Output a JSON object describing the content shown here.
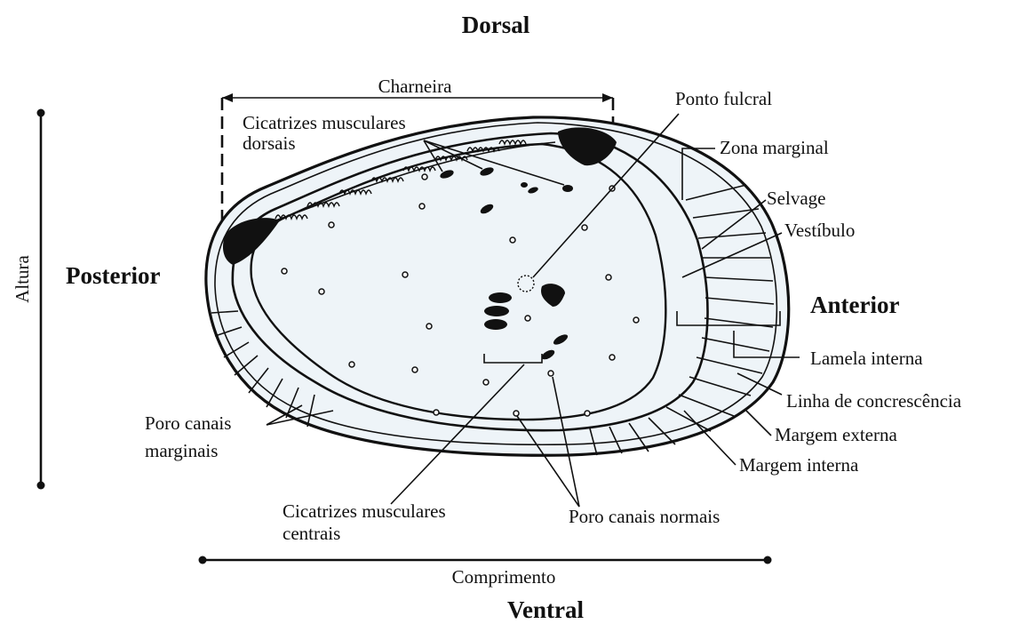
{
  "orientation": {
    "dorsal": "Dorsal",
    "ventral": "Ventral",
    "posterior": "Posterior",
    "anterior": "Anterior"
  },
  "dimensions": {
    "height": "Altura",
    "length": "Comprimento"
  },
  "labels": {
    "hinge": "Charneira",
    "dorsal_scars_1": "Cicatrizes musculares",
    "dorsal_scars_2": "dorsais",
    "fulcral_point": "Ponto fulcral",
    "marginal_zone": "Zona marginal",
    "selvage": "Selvage",
    "vestibule": "Vestíbulo",
    "inner_lamella": "Lamela interna",
    "fusion_line": "Linha de concrescência",
    "outer_margin": "Margem externa",
    "inner_margin": "Margem interna",
    "normal_pores": "Poro canais normais",
    "central_scars_1": "Cicatrizes musculares",
    "central_scars_2": "centrais",
    "marginal_pores_1": "Poro canais",
    "marginal_pores_2": "marginais"
  },
  "colors": {
    "shell_fill": "#eef4f8",
    "ink": "#111111"
  }
}
